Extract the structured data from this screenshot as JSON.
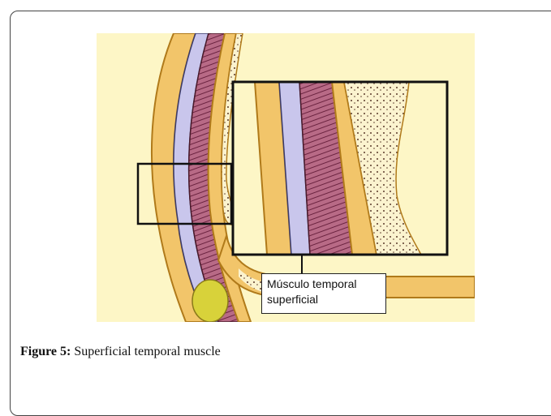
{
  "figure": {
    "label_line1": "Músculo temporal",
    "label_line2": "superficial"
  },
  "caption": {
    "label": "Figure 5:",
    "text": " Superficial temporal muscle"
  },
  "colors": {
    "background": "#fdf6c6",
    "bone": "#f2c56a",
    "bone_edge": "#b07a1a",
    "membrane": "#c9c6ec",
    "muscle": "#9e4a6a",
    "fat": "#d8d23a"
  }
}
